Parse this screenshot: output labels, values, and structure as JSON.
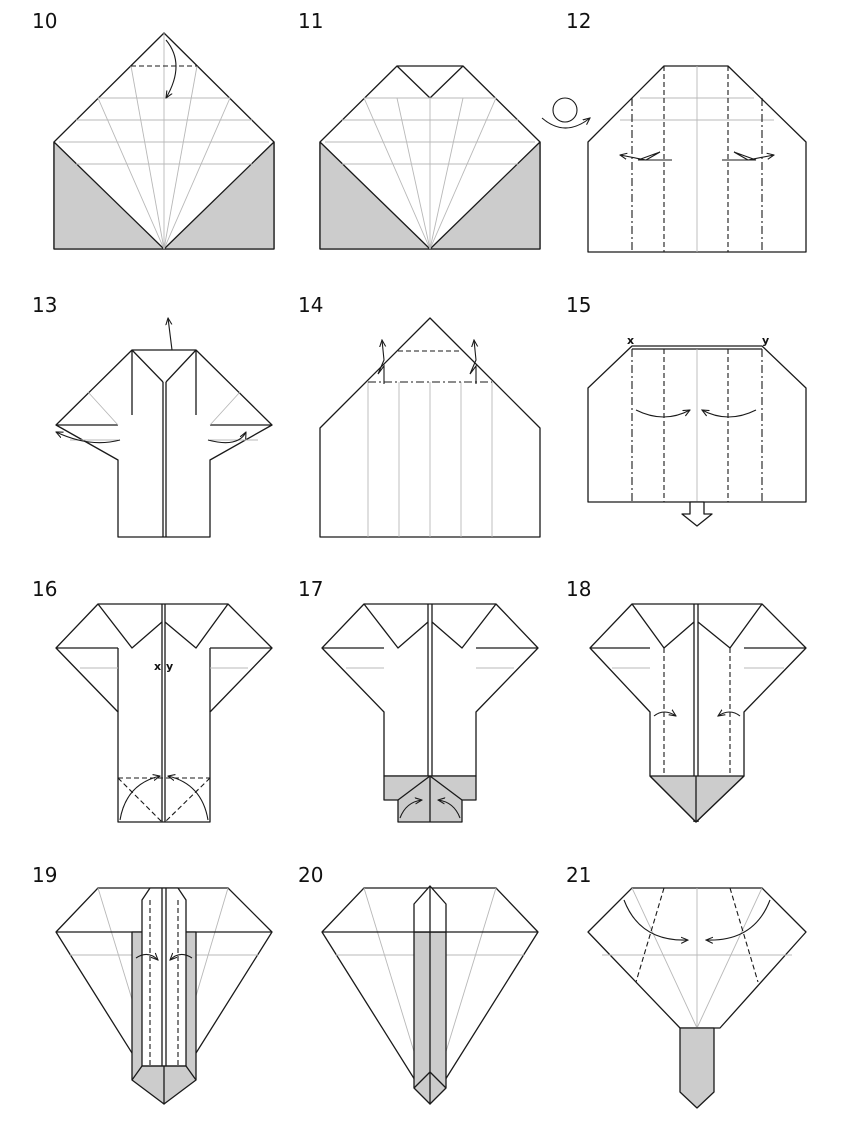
{
  "steps": [
    {
      "number": "10"
    },
    {
      "number": "11"
    },
    {
      "number": "12"
    },
    {
      "number": "13"
    },
    {
      "number": "14"
    },
    {
      "number": "15",
      "marks": [
        "x",
        "y"
      ]
    },
    {
      "number": "16",
      "marks": [
        "x",
        "y"
      ]
    },
    {
      "number": "17"
    },
    {
      "number": "18"
    },
    {
      "number": "19"
    },
    {
      "number": "20"
    },
    {
      "number": "21"
    }
  ],
  "colors": {
    "paper": "#ffffff",
    "shade": "#cccccc",
    "line": "#1a1a1a",
    "crease": "#b8b8b8"
  }
}
